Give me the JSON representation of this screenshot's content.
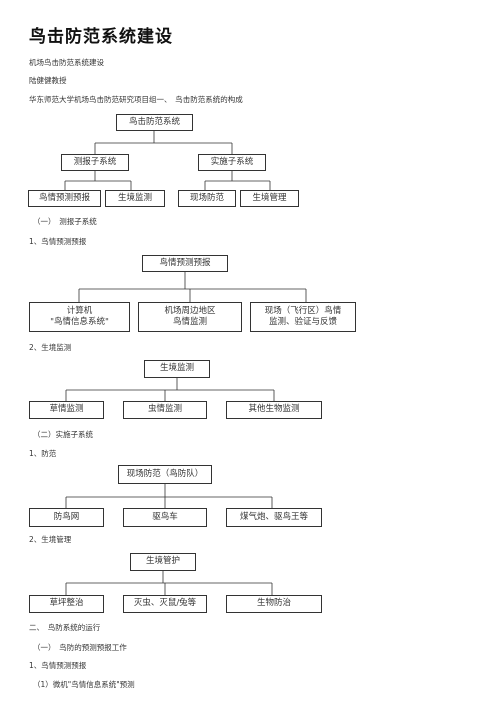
{
  "doc": {
    "title": "鸟击防范系统建设",
    "line1": "机场鸟击防范系统建设",
    "author": "陆健健教授",
    "affiliation": "华东师范大学机场鸟击防范研究项目组一、　鸟击防范系统的构成",
    "sec_1": "（一）　测报子系统",
    "sub_1": "1、鸟情预测预报",
    "sub_2": "2、生境监测",
    "sec_2": "（二）实施子系统",
    "sub_3": "1、防范",
    "sub_4": "2、生境管理",
    "part_2": "二、　鸟防系统的运行",
    "sec_3": "（一）　鸟防的预测预报工作",
    "sub_5": "1、鸟情预测预报",
    "sub_6": "（1）微机\"鸟情信息系统\"预测"
  },
  "chart1": {
    "root": "鸟击防范系统",
    "mid_left": "测报子系统",
    "mid_right": "实施子系统",
    "leaf1": "鸟情预测预报",
    "leaf2": "生境监测",
    "leaf3": "现场防范",
    "leaf4": "生境管理"
  },
  "chart2": {
    "root": "鸟情预测预报",
    "leaf1_l1": "计算机",
    "leaf1_l2": "\"鸟情信息系统\"",
    "leaf2_l1": "机场周边地区",
    "leaf2_l2": "鸟情监测",
    "leaf3_l1": "现场（飞行区）鸟情",
    "leaf3_l2": "监测、验证与反馈"
  },
  "chart3": {
    "root": "生境监测",
    "leaf1": "草情监测",
    "leaf2": "虫情监测",
    "leaf3": "其他生物监测"
  },
  "chart4": {
    "root": "现场防范（鸟防队）",
    "leaf1": "防鸟网",
    "leaf2": "驱鸟车",
    "leaf3": "煤气炮、驱鸟王等"
  },
  "chart5": {
    "root": "生境管护",
    "leaf1": "草坪整治",
    "leaf2": "灭虫、灭鼠/兔等",
    "leaf3": "生物防治"
  }
}
